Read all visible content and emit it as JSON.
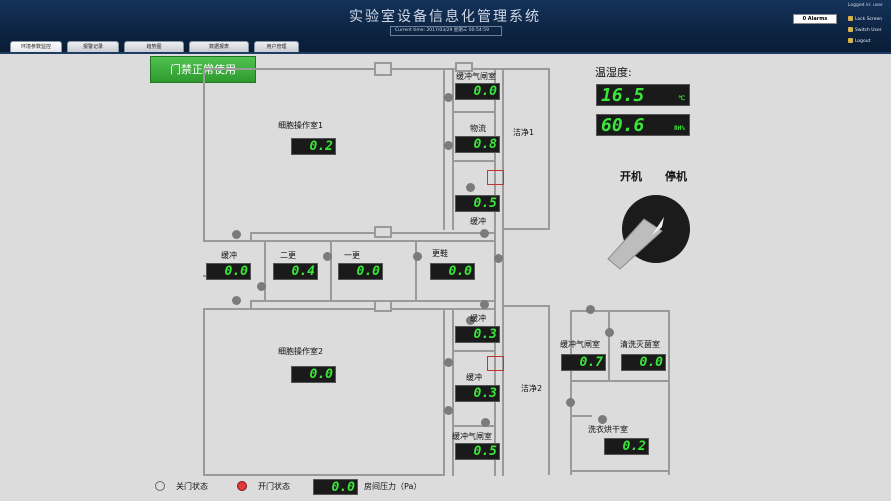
{
  "header": {
    "title": "实验室设备信息化管理系统",
    "current_time": "Current time:  2017/03/29   星期三   00:54:59",
    "alarms": "0 Alarms",
    "logged": "Logged in: user",
    "side_buttons": [
      {
        "label": "Lock Screen"
      },
      {
        "label": "Switch User"
      },
      {
        "label": "Logout"
      }
    ]
  },
  "tabs": [
    {
      "label": "环境参数监控",
      "active": true
    },
    {
      "label": "报警记录"
    },
    {
      "label": "趋势图"
    },
    {
      "label": "数据报表"
    },
    {
      "label": "用户管理"
    }
  ],
  "door_button": "门禁正常使用",
  "humidity": {
    "title": "温湿度:",
    "temp_value": "16.5",
    "temp_unit": "℃",
    "rh_value": "60.6",
    "rh_unit": "RH%"
  },
  "control": {
    "start": "开机",
    "stop": "停机"
  },
  "rooms": {
    "cell1": {
      "label": "细胞操作室1",
      "value": "0.2"
    },
    "cell2": {
      "label": "细胞操作室2",
      "value": "0.0"
    },
    "airlock_top": {
      "label": "缓冲气闸室",
      "value": "0.0"
    },
    "logistics": {
      "label": "物流",
      "value": "0.8"
    },
    "clean1": {
      "label": "洁净1"
    },
    "buffer_top": {
      "label": "缓冲",
      "value": "0.5"
    },
    "buffer_left": {
      "label": "缓冲",
      "value": "0.0"
    },
    "change2": {
      "label": "二更",
      "value": "0.4"
    },
    "change1": {
      "label": "一更",
      "value": "0.0"
    },
    "change_shoes": {
      "label": "更鞋",
      "value": "0.0"
    },
    "buffer_mid": {
      "label": "缓冲",
      "value": "0.3"
    },
    "buffer_low": {
      "label": "缓冲",
      "value": "0.3"
    },
    "clean2": {
      "label": "洁净2"
    },
    "airlock_bottom": {
      "label": "缓冲气闸室",
      "value": "0.5"
    },
    "airlock_right": {
      "label": "缓冲气闸室",
      "value": "0.7"
    },
    "sterilize": {
      "label": "清洗灭菌室",
      "value": "0.0"
    },
    "laundry": {
      "label": "洗衣烘干室",
      "value": "0.2"
    }
  },
  "legend": {
    "closed": "关门状态",
    "open": "开门状态",
    "pressure_value": "0.0",
    "pressure_label": "房间压力（Pa）"
  },
  "colors": {
    "lcd": "#38e838",
    "door_open": "#e23a3a",
    "header": "#0c223f",
    "door_button": "#2e9a2e"
  }
}
